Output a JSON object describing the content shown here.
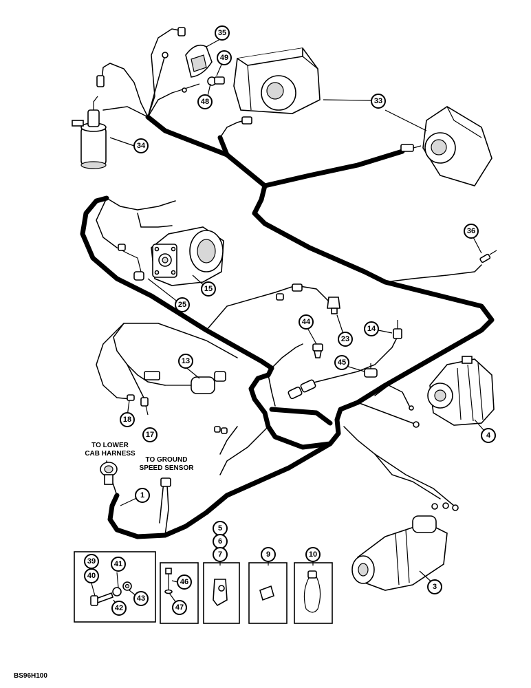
{
  "callouts": {
    "c1": "1",
    "c3": "3",
    "c4": "4",
    "c5": "5",
    "c6": "6",
    "c7": "7",
    "c9": "9",
    "c10": "10",
    "c13": "13",
    "c14": "14",
    "c15": "15",
    "c17": "17",
    "c18": "18",
    "c23": "23",
    "c25": "25",
    "c33": "33",
    "c34": "34",
    "c35": "35",
    "c36": "36",
    "c39": "39",
    "c40": "40",
    "c41": "41",
    "c42": "42",
    "c43": "43",
    "c44": "44",
    "c45": "45",
    "c46": "46",
    "c47": "47",
    "c48": "48",
    "c49": "49"
  },
  "labels": {
    "lower_cab_line1": "TO LOWER",
    "lower_cab_line2": "CAB HARNESS",
    "ground_speed_line1": "TO GROUND",
    "ground_speed_line2": "SPEED SENSOR"
  },
  "figure_id": "BS96H100"
}
